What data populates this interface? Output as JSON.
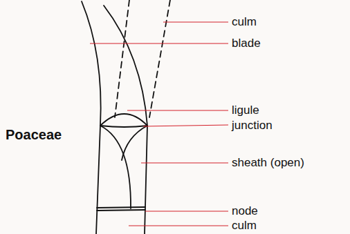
{
  "diagram": {
    "labels": [
      "culm",
      "blade",
      "ligule",
      "junction",
      "sheath (open)",
      "node",
      "culm",
      "Poaceae"
    ]
  }
}
